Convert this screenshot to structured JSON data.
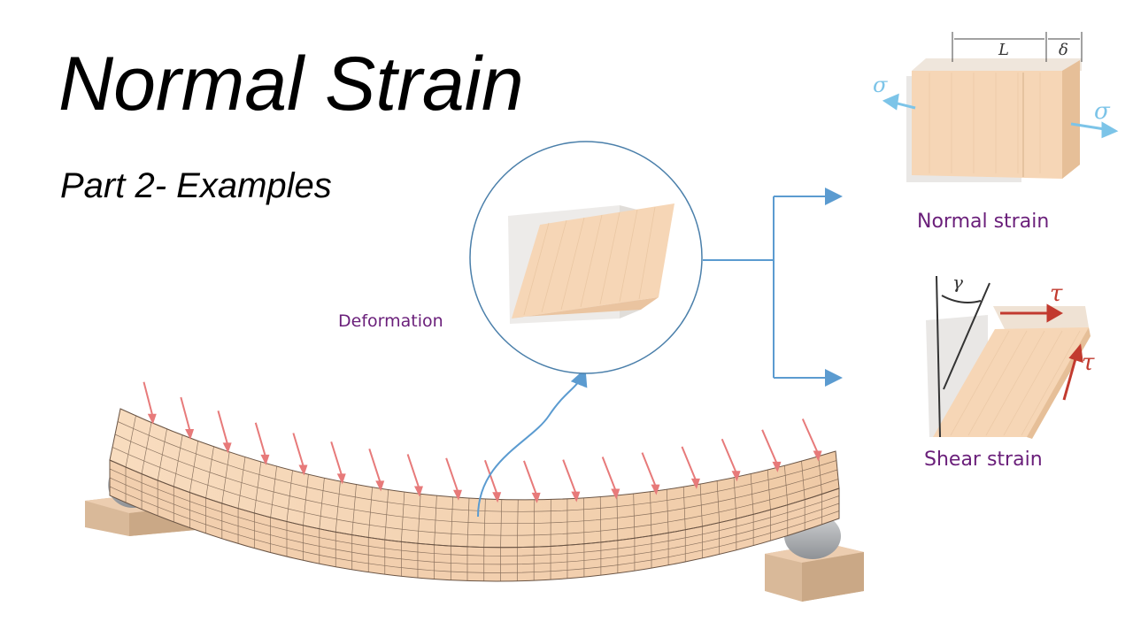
{
  "slide": {
    "title": "Normal Strain",
    "subtitle": "Part 2- Examples"
  },
  "labels": {
    "deformation": "Deformation",
    "normal_strain": "Normal strain",
    "shear_strain": "Shear strain"
  },
  "symbols": {
    "sigma_left": "σ",
    "sigma_right": "σ",
    "length": "L",
    "delta": "δ",
    "gamma": "γ",
    "tau_top": "τ",
    "tau_right": "τ"
  },
  "colors": {
    "wood": "#f6d6b6",
    "wood_dark": "#e8c29e",
    "load_arrow": "#e77a7a",
    "connector": "#5b9bd0",
    "sigma": "#7cc4e8",
    "tau": "#c23a2f",
    "label_purple": "#6a1f7a",
    "support": "#dcbfa4",
    "roller": "#b6b8bb"
  }
}
